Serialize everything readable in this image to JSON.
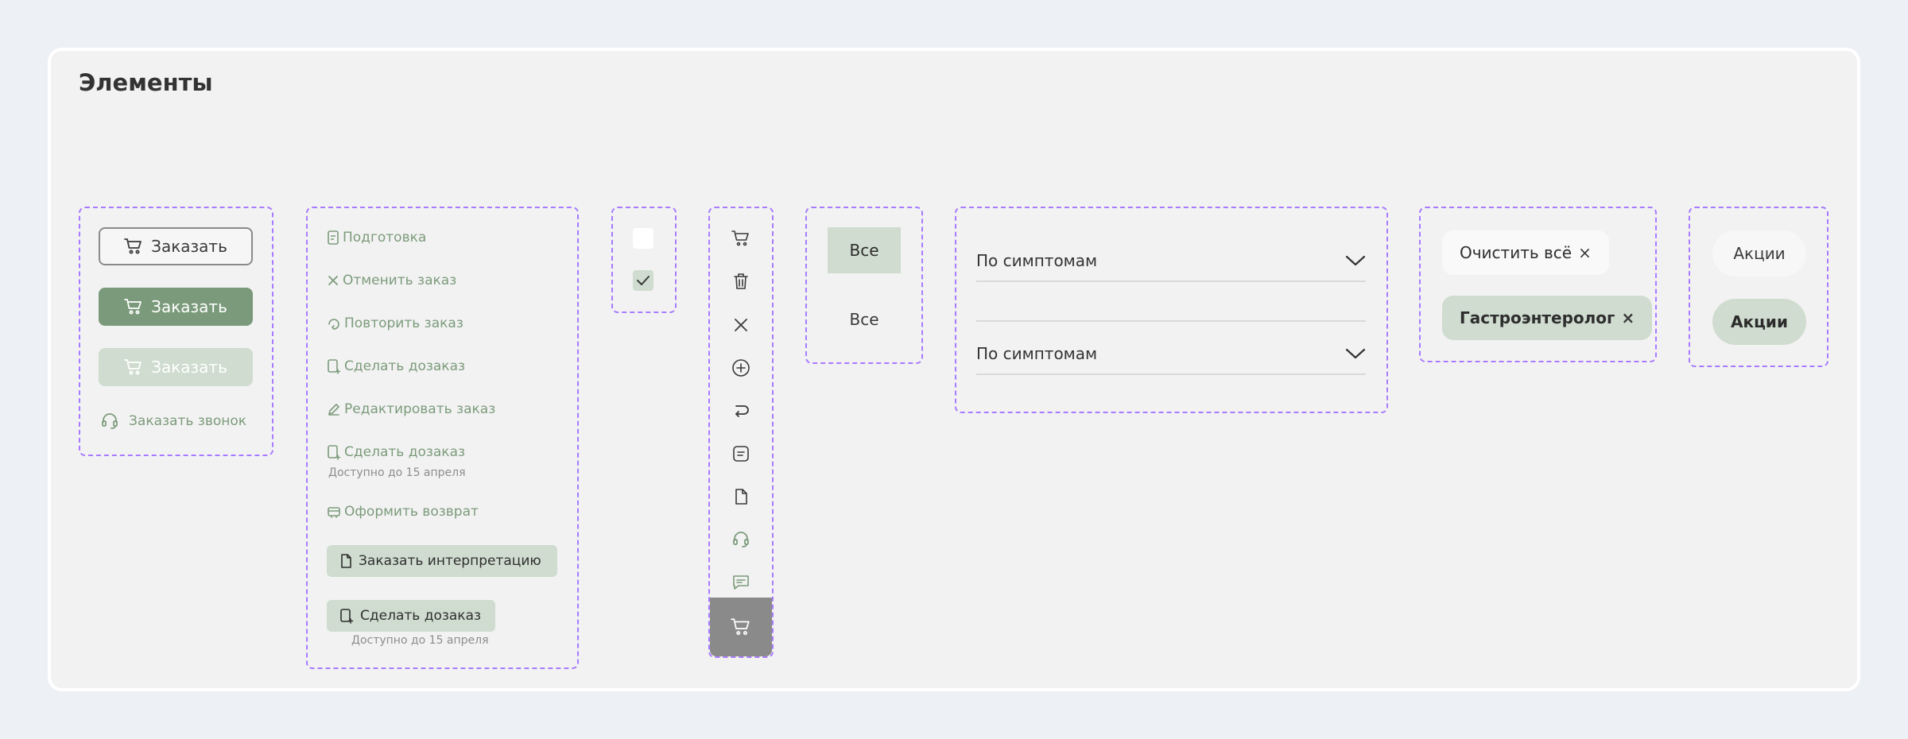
{
  "page": {
    "title": "Элементы"
  },
  "colors": {
    "accent": "#7a9a7b",
    "accent_light": "#cfdccf",
    "group_border": "#a77bff"
  },
  "order_buttons": {
    "outline_label": "Заказать",
    "solid_label": "Заказать",
    "disabled_label": "Заказать",
    "call_label": "Заказать звонок"
  },
  "actions": {
    "prepare": "Подготовка",
    "cancel": "Отменить заказ",
    "repeat": "Повторить заказ",
    "reorder": "Сделать дозаказ",
    "edit": "Редактировать заказ",
    "reorder_until": "Сделать дозаказ",
    "reorder_until_note": "Доступно до 15 апреля",
    "return": "Оформить возврат",
    "interpretation": "Заказать интерпретацию",
    "reorder_pill": "Сделать дозаказ",
    "reorder_pill_note": "Доступно до 15 апреля"
  },
  "icons": [
    "cart-icon",
    "trash-icon",
    "close-icon",
    "plus-circle-icon",
    "repeat-icon",
    "document-icon",
    "file-icon",
    "headset-icon",
    "chat-icon",
    "cart-icon"
  ],
  "segment": {
    "active": "Все",
    "idle": "Все"
  },
  "selects": [
    {
      "value": "По симптомам"
    },
    {
      "value": "По симптомам"
    }
  ],
  "chips": {
    "clear_all": "Очистить всё",
    "tag": "Гастроэнтеролог",
    "close_glyph": "×"
  },
  "promo": {
    "plain": "Акции",
    "filled": "Акции"
  }
}
